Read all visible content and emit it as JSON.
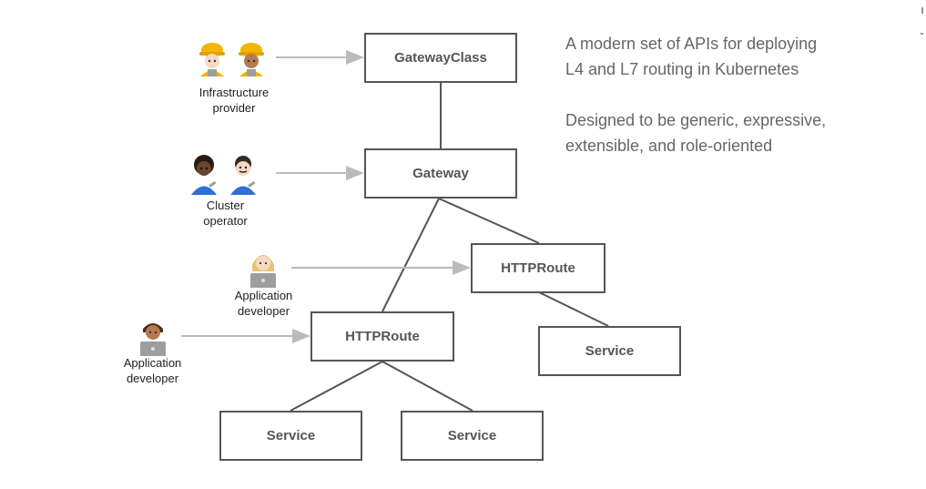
{
  "diagram": {
    "nodes": {
      "gateway_class": "GatewayClass",
      "gateway": "Gateway",
      "httproute_a": "HTTPRoute",
      "httproute_b": "HTTPRoute",
      "service_a": "Service",
      "service_b": "Service",
      "service_c": "Service"
    },
    "roles": {
      "infra": "Infrastructure\nprovider",
      "cluster": "Cluster\noperator",
      "app_dev_1": "Application\ndeveloper",
      "app_dev_2": "Application\ndeveloper"
    },
    "taglines": {
      "line1": "A modern set of APIs for deploying\nL4 and L7 routing in Kubernetes",
      "line2": "Designed to be generic, expressive,\nextensible, and role-oriented"
    },
    "colors": {
      "box_border": "#555555",
      "connector": "#555555",
      "arrow": "#bbbbbb",
      "helmet": "#f4b400",
      "uniform": "#2f6fd6"
    }
  }
}
